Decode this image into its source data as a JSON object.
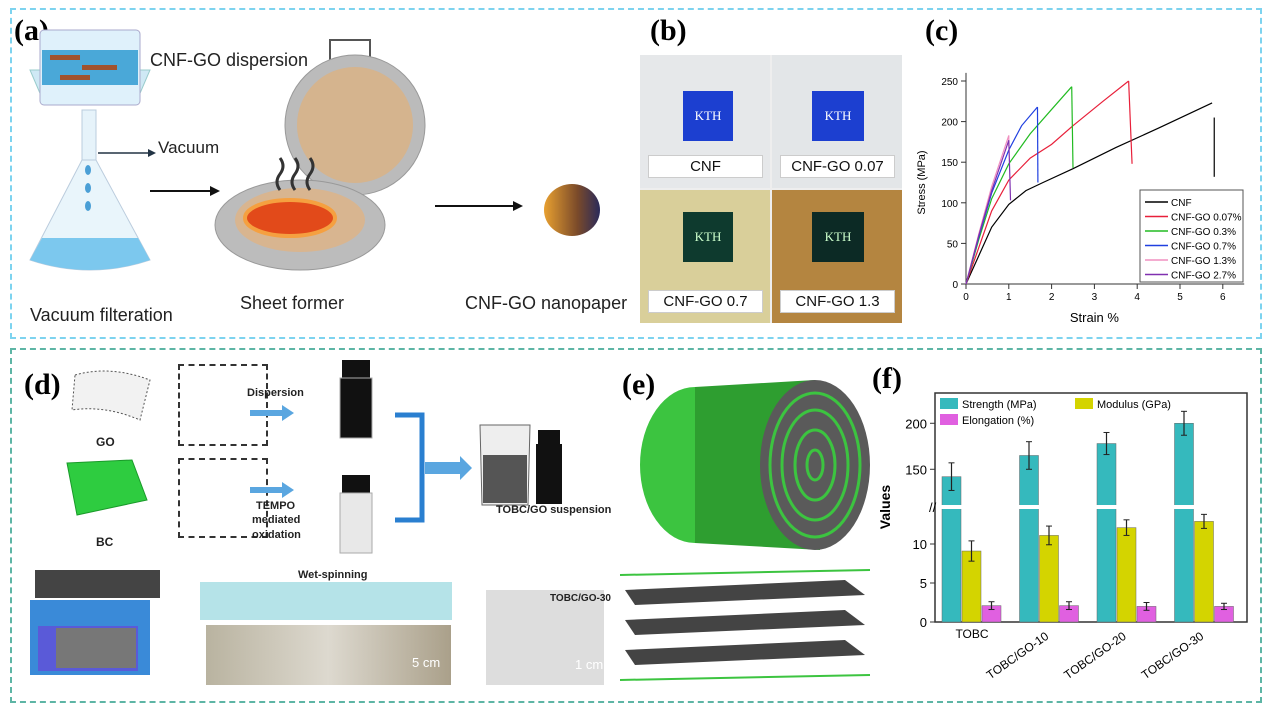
{
  "colors": {
    "top_border": "#7dd3ef",
    "bottom_border": "#5db5a5",
    "strength": "#35b9bd",
    "modulus": "#d4d400",
    "elongation": "#e060e0"
  },
  "panel_a": {
    "label": "(a)",
    "title": "CNF-GO  dispersion",
    "vacuum": "Vacuum",
    "step1": "Vacuum filteration",
    "step2": "Sheet former",
    "step3": "CNF-GO nanopaper"
  },
  "panel_b": {
    "label": "(b)",
    "logo_text": "KTH",
    "captions": [
      "CNF",
      "CNF-GO 0.07",
      "CNF-GO 0.7",
      "CNF-GO 1.3"
    ]
  },
  "panel_d": {
    "label": "(d)",
    "go": "GO",
    "bc": "BC",
    "dispersion": "Dispersion",
    "tempo": [
      "TEMPO",
      "mediated",
      "oxidation"
    ],
    "suspension": "TOBC/GO suspension",
    "wet_spinning": "Wet-spinning",
    "scale1": "5 cm",
    "fiber": "TOBC/GO-30",
    "scale2": "1 cm"
  },
  "panel_e": {
    "label": "(e)"
  },
  "chart_data": [
    {
      "panel": "(c)",
      "type": "line",
      "xlabel": "Strain %",
      "ylabel": "Stress (MPa)",
      "xlim": [
        0,
        6.5
      ],
      "ylim": [
        0,
        260
      ],
      "xticks": [
        0,
        1,
        2,
        3,
        4,
        5,
        6
      ],
      "yticks": [
        0,
        50,
        100,
        150,
        200,
        250
      ],
      "legend_position": "bottom-right",
      "grid": false,
      "series": [
        {
          "name": "CNF",
          "color": "#000000",
          "points": [
            [
              0,
              0
            ],
            [
              0.3,
              35
            ],
            [
              0.6,
              70
            ],
            [
              1,
              98
            ],
            [
              1.4,
              115
            ],
            [
              1.8,
              125
            ],
            [
              2.5,
              142
            ],
            [
              3.5,
              168
            ],
            [
              4.5,
              192
            ],
            [
              5.75,
              223
            ]
          ],
          "break": [
            [
              5.8,
              205
            ],
            [
              5.8,
              132
            ]
          ]
        },
        {
          "name": "CNF-GO 0.07%",
          "color": "#e8203a",
          "points": [
            [
              0,
              0
            ],
            [
              0.3,
              45
            ],
            [
              0.6,
              90
            ],
            [
              1,
              128
            ],
            [
              1.5,
              155
            ],
            [
              2,
              172
            ],
            [
              2.5,
              195
            ],
            [
              3.2,
              225
            ],
            [
              3.8,
              250
            ]
          ],
          "break": [
            [
              3.8,
              250
            ],
            [
              3.88,
              148
            ]
          ]
        },
        {
          "name": "CNF-GO 0.3%",
          "color": "#22bb22",
          "points": [
            [
              0,
              0
            ],
            [
              0.3,
              55
            ],
            [
              0.6,
              105
            ],
            [
              1,
              148
            ],
            [
              1.5,
              185
            ],
            [
              2,
              215
            ],
            [
              2.47,
              243
            ]
          ],
          "break": [
            [
              2.47,
              243
            ],
            [
              2.5,
              143
            ]
          ]
        },
        {
          "name": "CNF-GO 0.7%",
          "color": "#2040e0",
          "points": [
            [
              0,
              0
            ],
            [
              0.3,
              58
            ],
            [
              0.6,
              112
            ],
            [
              1,
              165
            ],
            [
              1.3,
              195
            ],
            [
              1.67,
              218
            ]
          ],
          "break": [
            [
              1.67,
              218
            ],
            [
              1.68,
              125
            ]
          ]
        },
        {
          "name": "CNF-GO 1.3%",
          "color": "#f090c0",
          "points": [
            [
              0,
              0
            ],
            [
              0.3,
              62
            ],
            [
              0.6,
              120
            ],
            [
              1,
              183
            ]
          ],
          "break": [
            [
              1,
              183
            ],
            [
              1,
              170
            ]
          ]
        },
        {
          "name": "CNF-GO 2.7%",
          "color": "#8030b0",
          "points": [
            [
              0,
              0
            ],
            [
              0.3,
              60
            ],
            [
              0.6,
              115
            ],
            [
              1,
              177
            ]
          ],
          "break": [
            [
              1,
              177
            ],
            [
              1.04,
              103
            ]
          ]
        }
      ]
    },
    {
      "panel": "(f)",
      "type": "bar",
      "ylabel": "Values",
      "categories": [
        "TOBC",
        "TOBC/GO-10",
        "TOBC/GO-20",
        "TOBC/GO-30"
      ],
      "axis_break": true,
      "lower_yticks": [
        0,
        5,
        10
      ],
      "upper_yticks": [
        150,
        200
      ],
      "legend_position": "top-left",
      "series": [
        {
          "name": "Strength (MPa)",
          "values": [
            142,
            165,
            178,
            200
          ],
          "errors": [
            15,
            15,
            12,
            13
          ]
        },
        {
          "name": "Modulus (GPa)",
          "values": [
            9.1,
            11.1,
            12.1,
            12.9
          ],
          "errors": [
            1.3,
            1.2,
            1.0,
            0.9
          ]
        },
        {
          "name": "Elongation (%)",
          "values": [
            2.1,
            2.1,
            2.0,
            2.0
          ],
          "errors": [
            0.5,
            0.5,
            0.5,
            0.4
          ]
        }
      ]
    }
  ]
}
